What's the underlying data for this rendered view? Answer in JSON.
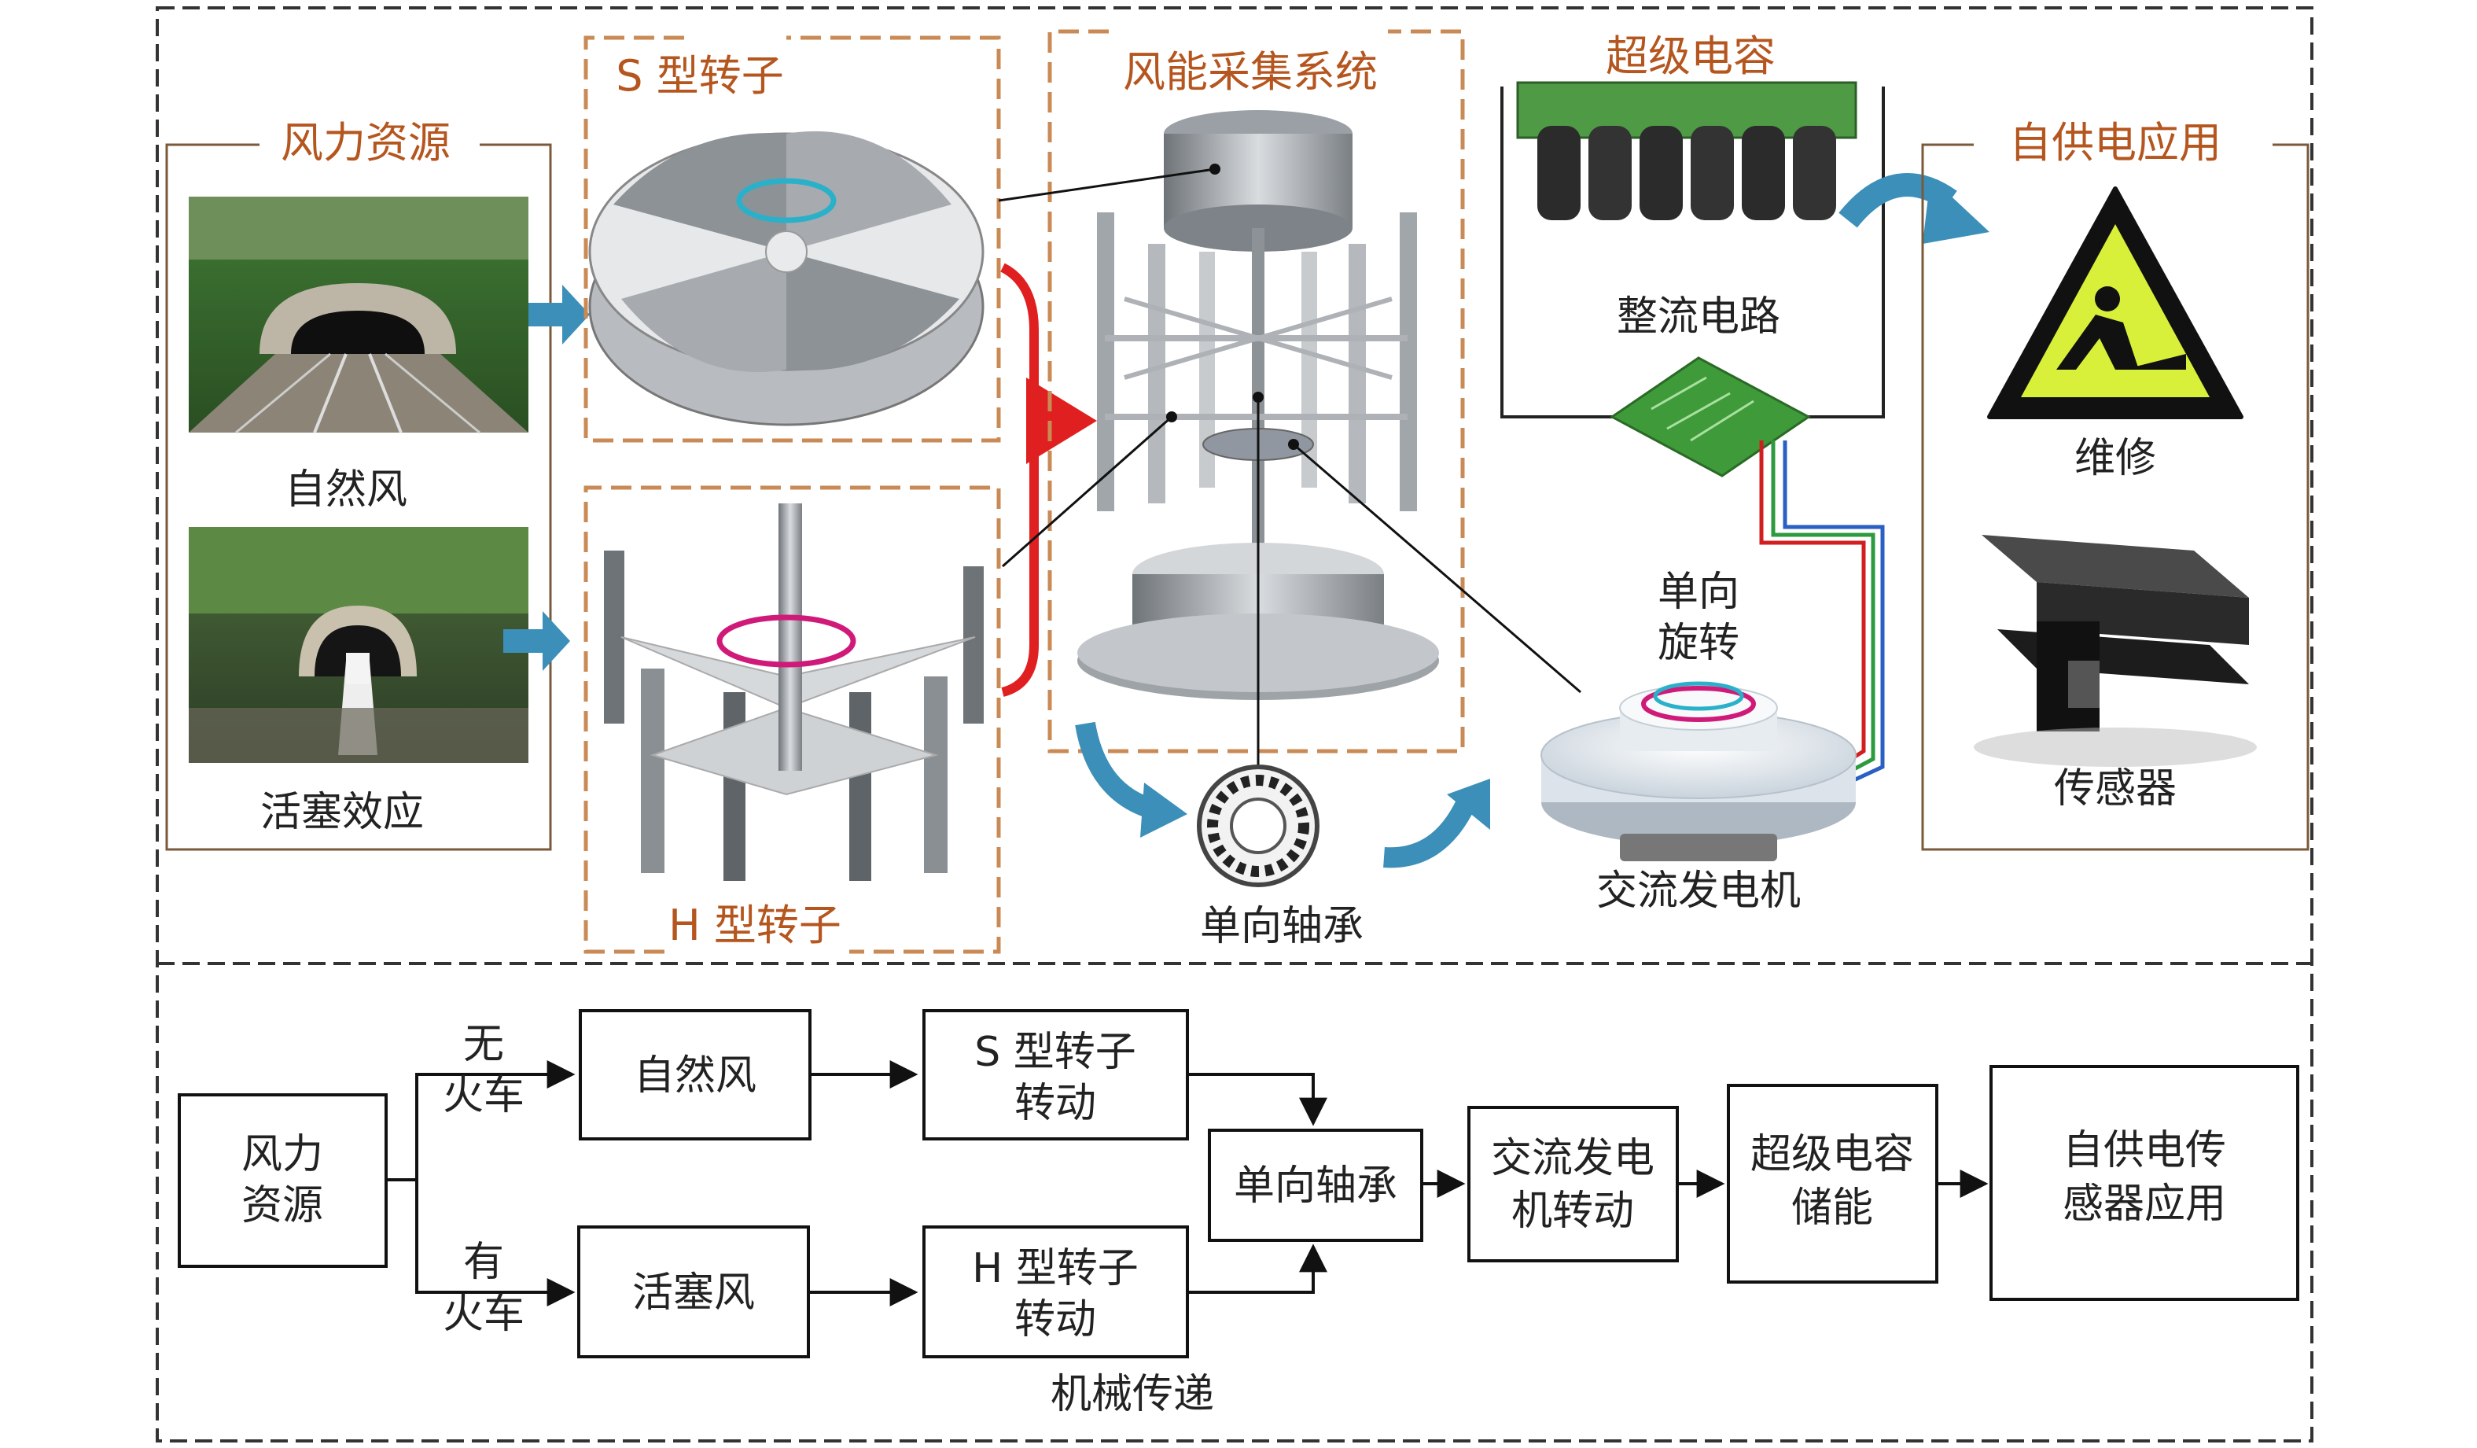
{
  "top": {
    "wind_resource": {
      "title": "风力资源",
      "photos": [
        {
          "icon": "railway-tunnel-photo",
          "caption": "自然风"
        },
        {
          "icon": "train-tunnel-photo",
          "caption": "活塞效应"
        }
      ]
    },
    "rotors": {
      "s_rotor_title": "S 型转子",
      "h_rotor_title": "H 型转子"
    },
    "harvester": {
      "title": "风能采集系统",
      "bearing_caption": "单向轴承"
    },
    "power": {
      "supercap_title": "超级电容",
      "rectifier_caption": "整流电路",
      "rotation_label_line1": "单向",
      "rotation_label_line2": "旋转",
      "generator_caption": "交流发电机"
    },
    "applications": {
      "title": "自供电应用",
      "items": [
        {
          "icon": "maintenance-warning-sign-icon",
          "caption": "维修"
        },
        {
          "icon": "rail-sensor-icon",
          "caption": "传感器"
        }
      ]
    }
  },
  "flow": {
    "source": {
      "line1": "风力",
      "line2": "资源"
    },
    "branch_no_train": {
      "line1": "无",
      "line2": "火车"
    },
    "branch_with_train": {
      "line1": "有",
      "line2": "火车"
    },
    "natural_wind": "自然风",
    "piston_wind": "活塞风",
    "s_rotor": {
      "line1": "S 型转子",
      "line2": "转动"
    },
    "h_rotor": {
      "line1": "H 型转子",
      "line2": "转动"
    },
    "bearing": "单向轴承",
    "generator": {
      "line1": "交流发电",
      "line2": "机转动"
    },
    "storage": {
      "line1": "超级电容",
      "line2": "储能"
    },
    "application": {
      "line1": "自供电传",
      "line2": "感器应用"
    },
    "mechanical_label": "机械传递"
  },
  "colors": {
    "accent_orange": "#b5561f",
    "arrow_blue": "#3b8fb8",
    "red_connector": "#e02020",
    "dash_border": "#333333"
  }
}
